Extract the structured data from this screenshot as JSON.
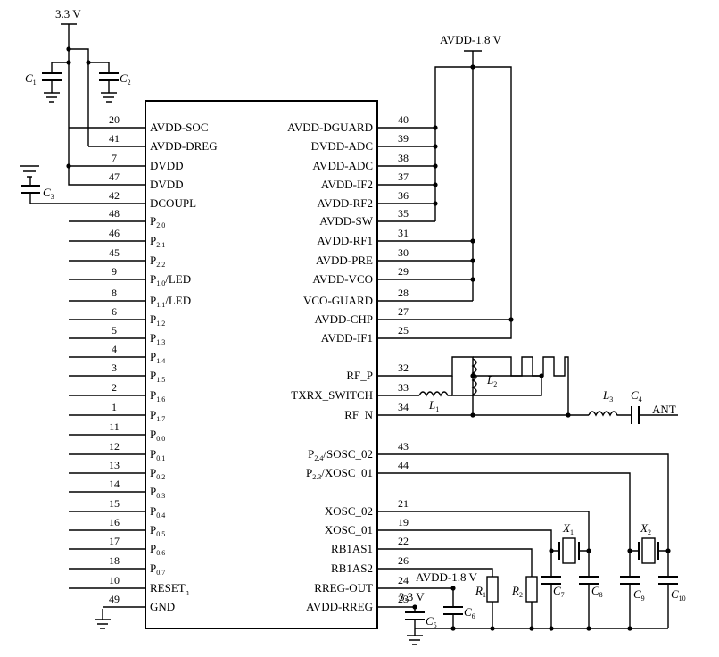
{
  "supplies": {
    "v33": "3.3 V",
    "avdd18": "AVDD-1.8 V",
    "v33_small": "3.3 V",
    "avdd18_small": "AVDD-1.8 V"
  },
  "left_pins": [
    {
      "num": "20",
      "label": "AVDD-SOC",
      "sub": ""
    },
    {
      "num": "41",
      "label": "AVDD-DREG",
      "sub": ""
    },
    {
      "num": "7",
      "label": "DVDD",
      "sub": ""
    },
    {
      "num": "47",
      "label": "DVDD",
      "sub": ""
    },
    {
      "num": "42",
      "label": "DCOUPL",
      "sub": ""
    },
    {
      "num": "48",
      "label": "P",
      "sub": "2.0"
    },
    {
      "num": "46",
      "label": "P",
      "sub": "2.1"
    },
    {
      "num": "45",
      "label": "P",
      "sub": "2.2"
    },
    {
      "num": "9",
      "label": "P",
      "sub": "1.0",
      "suffix": "/LED"
    },
    {
      "num": "8",
      "label": "P",
      "sub": "1.1",
      "suffix": "/LED"
    },
    {
      "num": "6",
      "label": "P",
      "sub": "1.2"
    },
    {
      "num": "5",
      "label": "P",
      "sub": "1.3"
    },
    {
      "num": "4",
      "label": "P",
      "sub": "1.4"
    },
    {
      "num": "3",
      "label": "P",
      "sub": "1.5"
    },
    {
      "num": "2",
      "label": "P",
      "sub": "1.6"
    },
    {
      "num": "1",
      "label": "P",
      "sub": "1.7"
    },
    {
      "num": "11",
      "label": "P",
      "sub": "0.0"
    },
    {
      "num": "12",
      "label": "P",
      "sub": "0.1"
    },
    {
      "num": "13",
      "label": "P",
      "sub": "0.2"
    },
    {
      "num": "14",
      "label": "P",
      "sub": "0.3"
    },
    {
      "num": "15",
      "label": "P",
      "sub": "0.4"
    },
    {
      "num": "16",
      "label": "P",
      "sub": "0.5"
    },
    {
      "num": "17",
      "label": "P",
      "sub": "0.6"
    },
    {
      "num": "18",
      "label": "P",
      "sub": "0.7"
    },
    {
      "num": "10",
      "label": "RESET",
      "sub": "n"
    },
    {
      "num": "49",
      "label": "GND",
      "sub": ""
    }
  ],
  "right_pins": [
    {
      "num": "40",
      "label": "AVDD-DGUARD"
    },
    {
      "num": "39",
      "label": "DVDD-ADC"
    },
    {
      "num": "38",
      "label": "AVDD-ADC"
    },
    {
      "num": "37",
      "label": "AVDD-IF2"
    },
    {
      "num": "36",
      "label": "AVDD-RF2"
    },
    {
      "num": "35",
      "label": "AVDD-SW"
    },
    {
      "num": "31",
      "label": "AVDD-RF1"
    },
    {
      "num": "30",
      "label": "AVDD-PRE"
    },
    {
      "num": "29",
      "label": "AVDD-VCO"
    },
    {
      "num": "28",
      "label": "VCO-GUARD"
    },
    {
      "num": "27",
      "label": "AVDD-CHP"
    },
    {
      "num": "25",
      "label": "AVDD-IF1"
    },
    {
      "num": "32",
      "label": "RF_P"
    },
    {
      "num": "33",
      "label": "TXRX_SWITCH"
    },
    {
      "num": "34",
      "label": "RF_N"
    },
    {
      "num": "43",
      "label": "P",
      "sub": "2.4",
      "suffix": "/SOSC_02"
    },
    {
      "num": "44",
      "label": "P",
      "sub": "2.3",
      "suffix": "/XOSC_01"
    },
    {
      "num": "21",
      "label": "XOSC_02"
    },
    {
      "num": "19",
      "label": "XOSC_01"
    },
    {
      "num": "22",
      "label": "RB1AS1"
    },
    {
      "num": "26",
      "label": "RB1AS2"
    },
    {
      "num": "24",
      "label": "RREG-OUT"
    },
    {
      "num": "23",
      "label": "AVDD-RREG"
    }
  ],
  "components": {
    "C1": {
      "name": "C",
      "sub": "1"
    },
    "C2": {
      "name": "C",
      "sub": "2"
    },
    "C3": {
      "name": "C",
      "sub": "3"
    },
    "C4": {
      "name": "C",
      "sub": "4"
    },
    "C5": {
      "name": "C",
      "sub": "5"
    },
    "C6": {
      "name": "C",
      "sub": "6"
    },
    "C7": {
      "name": "C",
      "sub": "7"
    },
    "C8": {
      "name": "C",
      "sub": "8"
    },
    "C9": {
      "name": "C",
      "sub": "9"
    },
    "C10": {
      "name": "C",
      "sub": "10"
    },
    "L1": {
      "name": "L",
      "sub": "1"
    },
    "L2": {
      "name": "L",
      "sub": "2"
    },
    "L3": {
      "name": "L",
      "sub": "3"
    },
    "R1": {
      "name": "R",
      "sub": "1"
    },
    "R2": {
      "name": "R",
      "sub": "2"
    },
    "X1": {
      "name": "X",
      "sub": "1"
    },
    "X2": {
      "name": "X",
      "sub": "2"
    }
  },
  "antenna": "ANT"
}
